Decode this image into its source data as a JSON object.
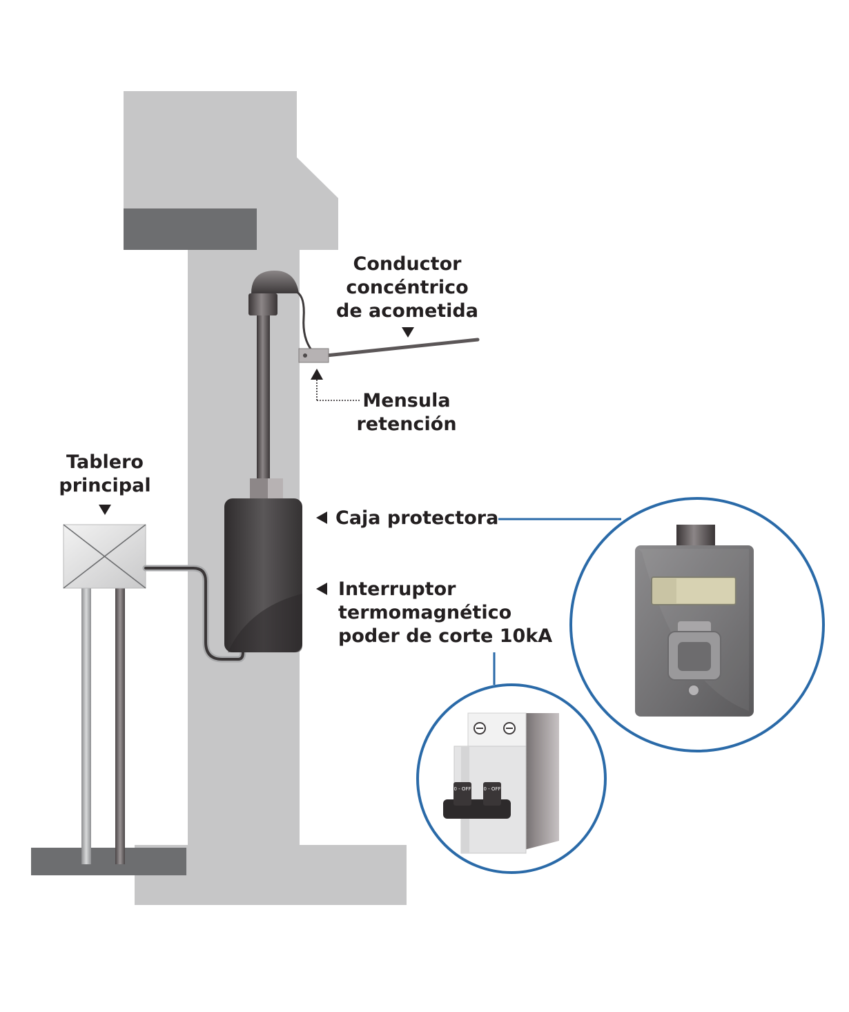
{
  "labels": {
    "conductor": {
      "lines": [
        "Conductor",
        "concéntrico",
        "de acometida"
      ]
    },
    "mensula": {
      "lines": [
        "Mensula",
        "retención"
      ]
    },
    "tablero": {
      "lines": [
        "Tablero",
        "principal"
      ]
    },
    "caja": {
      "text": "Caja protectora"
    },
    "interruptor": {
      "lines": [
        "Interruptor",
        "termomagnético",
        "poder de corte 10kA"
      ]
    }
  },
  "breaker_switch_text": [
    "0 - OFF",
    "0 - OFF"
  ],
  "colors": {
    "wall_light": "#c6c6c7",
    "wall_dark": "#6d6e70",
    "box_dark": "#414042",
    "callout_circle": "#2a6aa8",
    "text": "#231f20"
  },
  "icons": {
    "pointer_down": "down-triangle",
    "pointer_up": "up-arrow",
    "pointer_left": "left-triangle"
  }
}
